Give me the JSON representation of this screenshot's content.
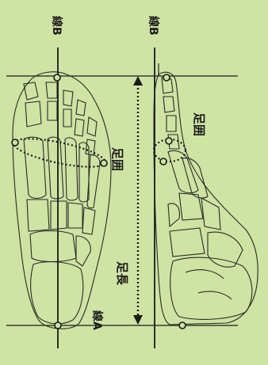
{
  "labels": {
    "line_b_left": "線B",
    "line_b_right": "線B",
    "foot_girth_left": "足囲",
    "foot_girth_right": "足囲",
    "foot_length": "足長",
    "line_a": "線A"
  },
  "colors": {
    "background": "#cfe3a3",
    "ink": "#1a1a1a"
  }
}
